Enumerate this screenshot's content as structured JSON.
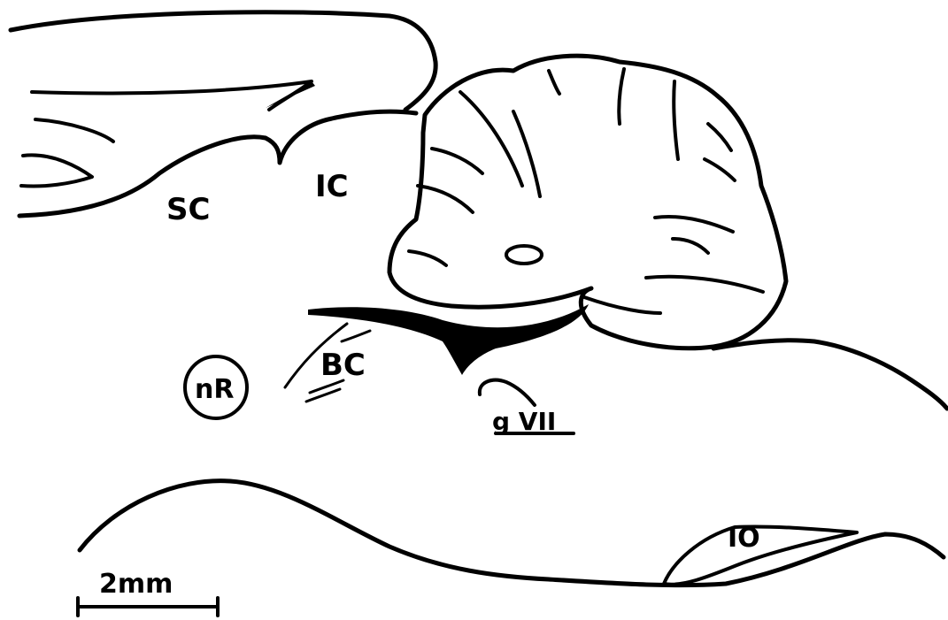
{
  "labels": {
    "superior_colliculus": "SC",
    "inferior_colliculus": "IC",
    "red_nucleus": "nR",
    "brachium_conjunctivum": "BC",
    "facial_genu": "g VII",
    "inferior_olive": "IO",
    "scale_bar": "2mm"
  },
  "colors": {
    "ink": "#000000",
    "paper": "#ffffff"
  }
}
